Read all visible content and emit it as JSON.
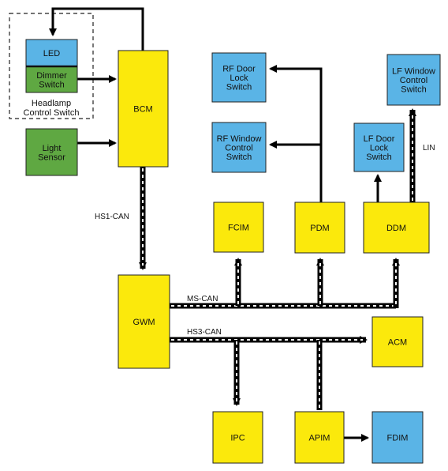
{
  "colors": {
    "module_fill": "#fbe90c",
    "blue_fill": "#5ab4e6",
    "green_fill": "#5fa842",
    "stroke": "#222222",
    "line": "#000000",
    "bus_dash": "#ffffff"
  },
  "group": {
    "label_line1": "Headlamp",
    "label_line2": "Control Switch"
  },
  "modules": {
    "led": {
      "lines": [
        "LED"
      ]
    },
    "dimmer": {
      "lines": [
        "Dimmer",
        "Switch"
      ]
    },
    "light_sensor": {
      "lines": [
        "Light",
        "Sensor"
      ]
    },
    "bcm": {
      "lines": [
        "BCM"
      ]
    },
    "rf_door_lock": {
      "lines": [
        "RF Door",
        "Lock",
        "Switch"
      ]
    },
    "rf_window": {
      "lines": [
        "RF Window",
        "Control",
        "Switch"
      ]
    },
    "lf_window": {
      "lines": [
        "LF Window",
        "Control",
        "Switch"
      ]
    },
    "lf_door_lock": {
      "lines": [
        "LF Door",
        "Lock",
        "Switch"
      ]
    },
    "fcim": {
      "lines": [
        "FCIM"
      ]
    },
    "pdm": {
      "lines": [
        "PDM"
      ]
    },
    "ddm": {
      "lines": [
        "DDM"
      ]
    },
    "gwm": {
      "lines": [
        "GWM"
      ]
    },
    "acm": {
      "lines": [
        "ACM"
      ]
    },
    "ipc": {
      "lines": [
        "IPC"
      ]
    },
    "apim": {
      "lines": [
        "APIM"
      ]
    },
    "fdim": {
      "lines": [
        "FDIM"
      ]
    }
  },
  "networks": {
    "hs1": "HS1-CAN",
    "ms": "MS-CAN",
    "hs3": "HS3-CAN",
    "lin": "LIN"
  }
}
